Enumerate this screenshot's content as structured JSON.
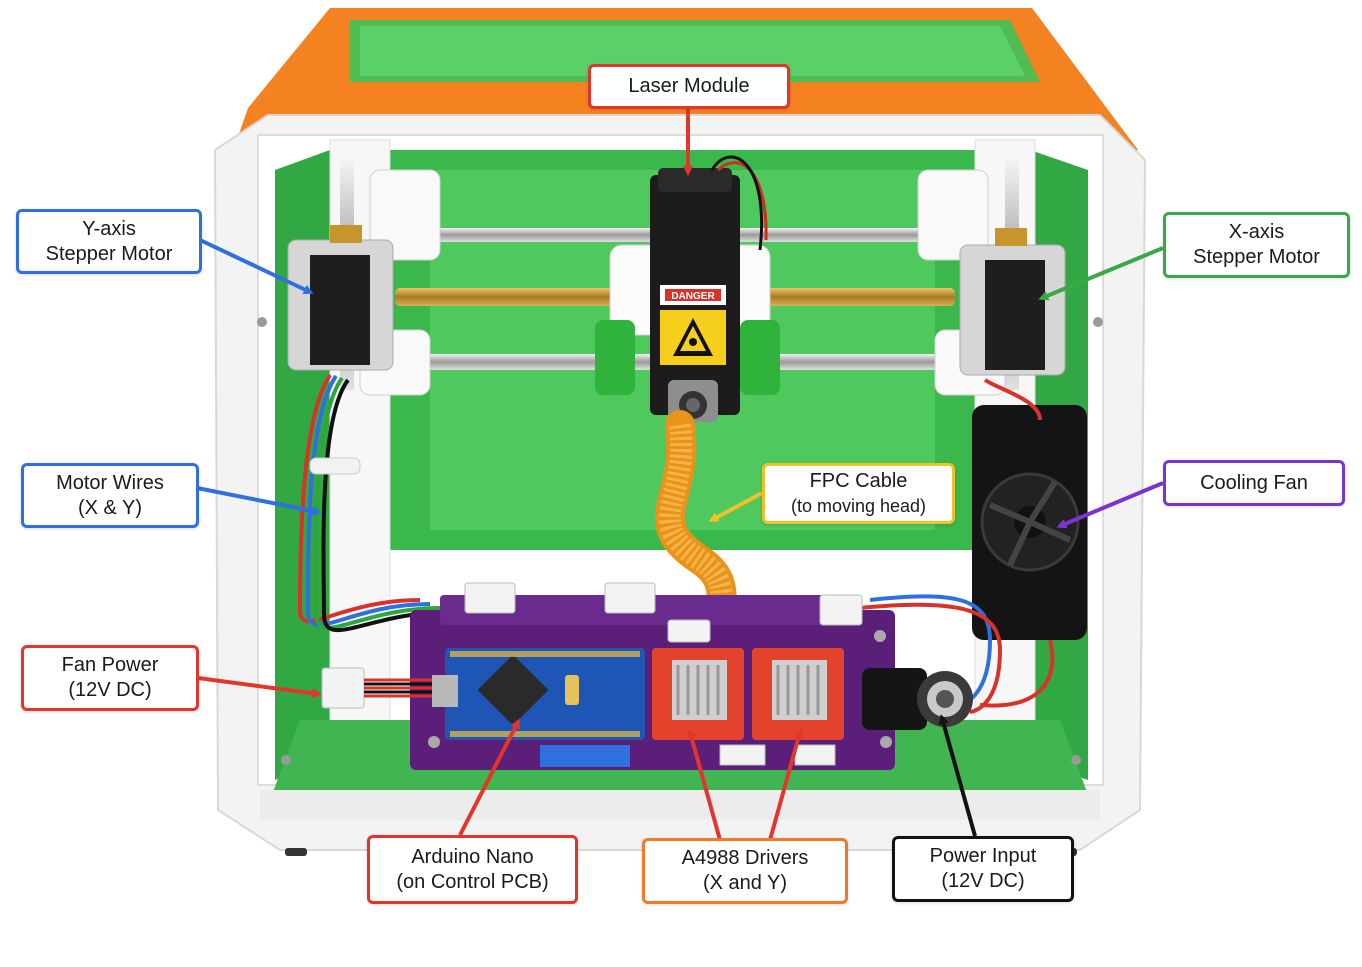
{
  "colors": {
    "blue": "#2f6fe0",
    "green": "#3aa845",
    "red": "#e2352b",
    "orange": "#f07a2a",
    "yellow": "#f0c12a",
    "purple": "#7a35d0",
    "black": "#111111",
    "enclosure_orange": "#f58220",
    "acrylic_green": "#34b84a",
    "pcb_purple": "#5b1f7a",
    "nano_blue": "#1f55b5",
    "driver_red": "#e3432b"
  },
  "callouts": {
    "laser_module": {
      "line1": "Laser Module"
    },
    "y_axis_motor": {
      "line1": "Y-axis",
      "line2": "Stepper Motor"
    },
    "x_axis_motor": {
      "line1": "X-axis",
      "line2": "Stepper Motor"
    },
    "motor_wires": {
      "line1": "Motor Wires",
      "line2": "(X & Y)"
    },
    "fpc_cable": {
      "line1": "FPC Cable",
      "line2": "(to moving head)"
    },
    "cooling_fan": {
      "line1": "Cooling Fan"
    },
    "fan_power": {
      "line1": "Fan Power",
      "line2": "(12V DC)"
    },
    "arduino_nano": {
      "line1": "Arduino Nano",
      "line2": "(on Control PCB)"
    },
    "a4988_drivers": {
      "line1": "A4988 Drivers",
      "line2": "(X and Y)"
    },
    "power_input": {
      "line1": "Power Input",
      "line2": "(12V DC)"
    }
  },
  "laser_label": {
    "danger": "DANGER"
  }
}
